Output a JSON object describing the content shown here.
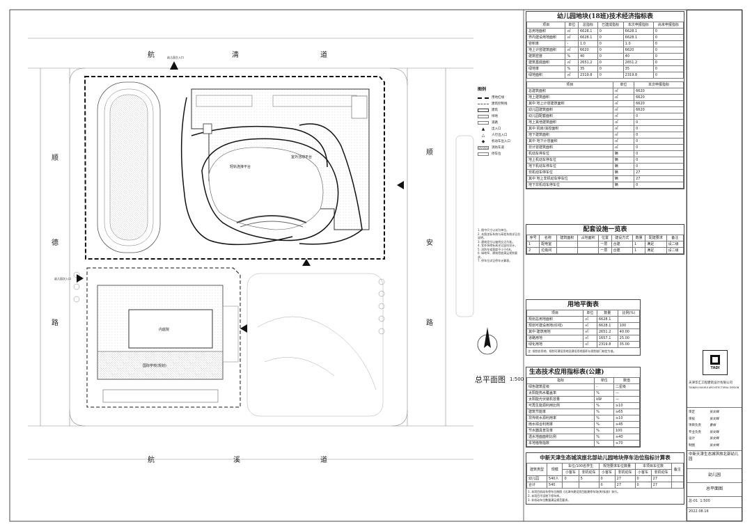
{
  "roads": {
    "north": [
      "航",
      "清",
      "道"
    ],
    "south": [
      "航",
      "溪",
      "道"
    ],
    "west": [
      "顺",
      "德",
      "路"
    ],
    "east": [
      "顺",
      "安",
      "路"
    ]
  },
  "plan_labels": {
    "platform1": "轻轨连接平台",
    "platform2": "室外活动平台",
    "court": "内庭院",
    "school": "国际学校(规划)",
    "entrance_kg": "幼儿园主入口",
    "entrance_school": "幼儿园次入口"
  },
  "plan_title": "总平面图",
  "plan_scale": "1:500",
  "legend_title": "图例",
  "legend_items": [
    "用地红线",
    "建筑控制线",
    "建筑",
    "绿地",
    "道路",
    "出入口",
    "人行出入口",
    "机动车出入口",
    "消防车道",
    "停车位"
  ],
  "notes": [
    "1. 图中尺寸以米为单位。",
    "2. 本图坐标系统与高程系统详见总说明。",
    "3. 建筑定位以轴线交点为准。",
    "4. 室外场地标高详见竖向设计。",
    "5. 消防车道宽度不小于4米。",
    "6. 绿地率、建筑密度满足规划要求。",
    "7. 停车位详见停车计算表。"
  ],
  "tech_table": {
    "title": "幼儿园地块(18班)技术经济指标表",
    "headers": [
      "项目",
      "单位",
      "总指标",
      "已建成指标",
      "本次申报指标",
      "尚未申报指标"
    ],
    "rows": [
      [
        "总用地面积",
        "㎡",
        "6628.1",
        "0",
        "6628.1",
        "0"
      ],
      [
        "界内建设用地面积",
        "㎡",
        "6628.1",
        "0",
        "6628.1",
        "0"
      ],
      [
        "容积率",
        "-",
        "1.0",
        "0",
        "1.0",
        "0"
      ],
      [
        "地上计容建筑面积",
        "㎡",
        "6620",
        "0",
        "6620",
        "0"
      ],
      [
        "建筑密度",
        "%",
        "40",
        "0",
        "40",
        "0"
      ],
      [
        "建筑基底面积",
        "㎡",
        "2651.2",
        "0",
        "2651.2",
        "0"
      ],
      [
        "绿地率",
        "%",
        "35",
        "0",
        "35",
        "0"
      ],
      [
        "绿地面积",
        "㎡",
        "2319.8",
        "0",
        "2319.8",
        "0"
      ]
    ],
    "sub_headers": [
      "项目",
      "单位",
      "本次申报指标"
    ],
    "sub_rows": [
      [
        "总建筑面积",
        "㎡",
        "6620"
      ],
      [
        "地上建筑面积",
        "㎡",
        "6620"
      ],
      [
        "其中 地上计容建筑面积",
        "㎡",
        "6620"
      ],
      [
        "幼儿园建筑面积",
        "㎡",
        "6620"
      ],
      [
        "幼儿园配套面积",
        "㎡",
        "0"
      ],
      [
        "地上其他建筑面积",
        "㎡",
        "0"
      ],
      [
        "其中 机房/消控面积",
        "㎡",
        "0"
      ],
      [
        "地下建筑面积",
        "㎡",
        "0"
      ],
      [
        "其中 地下计容面积",
        "㎡",
        "0"
      ],
      [
        "非计容建筑面积",
        "㎡",
        "0"
      ],
      [
        "机动车停车位",
        "辆",
        "0"
      ],
      [
        "地上机动车停车位",
        "辆",
        "0"
      ],
      [
        "地下机动车停车位",
        "辆",
        "0"
      ],
      [
        "非机动车停车位",
        "辆",
        "27"
      ],
      [
        "其中 地上非机动车停车位",
        "辆",
        "27"
      ],
      [
        "地下非机动车停车位",
        "辆",
        "0"
      ]
    ]
  },
  "facility_table": {
    "title": "配套设施一览表",
    "headers": [
      "序号",
      "名称",
      "建筑面积",
      "占地面积",
      "位置",
      "建设方式",
      "数量",
      "配建要求",
      "备注"
    ],
    "rows": [
      [
        "1",
        "配电室",
        "",
        "",
        "一层",
        "合建",
        "1",
        "满足",
        "设二级"
      ],
      [
        "2",
        "垃圾间",
        "",
        "",
        "一层",
        "合建",
        "1",
        "满足",
        "设二级"
      ]
    ]
  },
  "land_table": {
    "title": "用地平衡表",
    "headers": [
      "项目",
      "单位",
      "数量",
      "比例(%)"
    ],
    "rows": [
      [
        "规划总用地面积",
        "㎡",
        "6628.1",
        ""
      ],
      [
        "规划可建设用地(红线)",
        "㎡",
        "6628.1",
        "100"
      ],
      [
        "其中 建筑用地",
        "㎡",
        "2651.2",
        "40.00"
      ],
      [
        "道路用地",
        "㎡",
        "1657.1",
        "25.00"
      ],
      [
        "绿化用地",
        "㎡",
        "2319.8",
        "35.00"
      ]
    ],
    "note": "注: 规划总用地、规划可建设用地及建设用地面积以规划部门核定为准。"
  },
  "eco_table": {
    "title": "生态技术应用指标表(公建)",
    "headers": [
      "指标",
      "单位",
      "数值"
    ],
    "rows": [
      [
        "绿色建筑星级",
        "-",
        "二星级"
      ],
      [
        "太阳能热水覆盖率",
        "%",
        "—"
      ],
      [
        "太阳能光伏装机容量",
        "kW",
        "—"
      ],
      [
        "可再生能源利用比例",
        "%",
        "≥10"
      ],
      [
        "建筑节能率",
        "%",
        "≥65"
      ],
      [
        "非传统水源利用率",
        "%",
        "≥10"
      ],
      [
        "雨水综合利用率",
        "%",
        "≥45"
      ],
      [
        "节水器具普及率",
        "%",
        "100"
      ],
      [
        "透水地面面积比例",
        "%",
        "≥40"
      ],
      [
        "本地植物指数",
        "%",
        "≥70"
      ]
    ]
  },
  "parking_table": {
    "title": "中新天津生态城滨旅北部幼儿园地块停车泊位指标计算表",
    "headers": [
      "建筑类型",
      "规模",
      "车位/100名学生",
      "规范要求车位数量",
      "本项目车位数",
      "备注"
    ],
    "sub_headers": [
      "小客车",
      "非机动车",
      "小客车",
      "非机动车",
      "小客车",
      "非机动车"
    ],
    "rows": [
      [
        "幼儿园",
        "540人",
        "0",
        "5",
        "0",
        "27",
        "0",
        "27",
        ""
      ],
      [
        "合计",
        "540",
        "",
        "",
        "0",
        "27",
        "0",
        "27",
        ""
      ]
    ],
    "notes": [
      "1. 本项目机动车停车位按照《天津市建设项目配建停车场(库)标准》执行。",
      "2. 本项目不设地下停车库。",
      "3. 非机动车位数量满足规范要求。"
    ]
  },
  "title_block": {
    "company": "天津华汇工程建筑设计有限公司",
    "company_en": "TIANJIN HUAHUI ARCHITECTURAL DESIGN",
    "logo_text": "TADI",
    "project": "中新天津生态城滨旅北部幼儿园",
    "item": "幼儿园",
    "drawing": "总平面图",
    "drawing_no": "总-01",
    "date": "2022.08.16",
    "scale": "1:500",
    "roles": [
      "审定",
      "审核",
      "项目负责",
      "专业负责",
      "设计",
      "制图"
    ],
    "names": [
      "张文辉",
      "张文辉",
      "曹振",
      "张文辉",
      "张文辉",
      "张文辉"
    ]
  }
}
